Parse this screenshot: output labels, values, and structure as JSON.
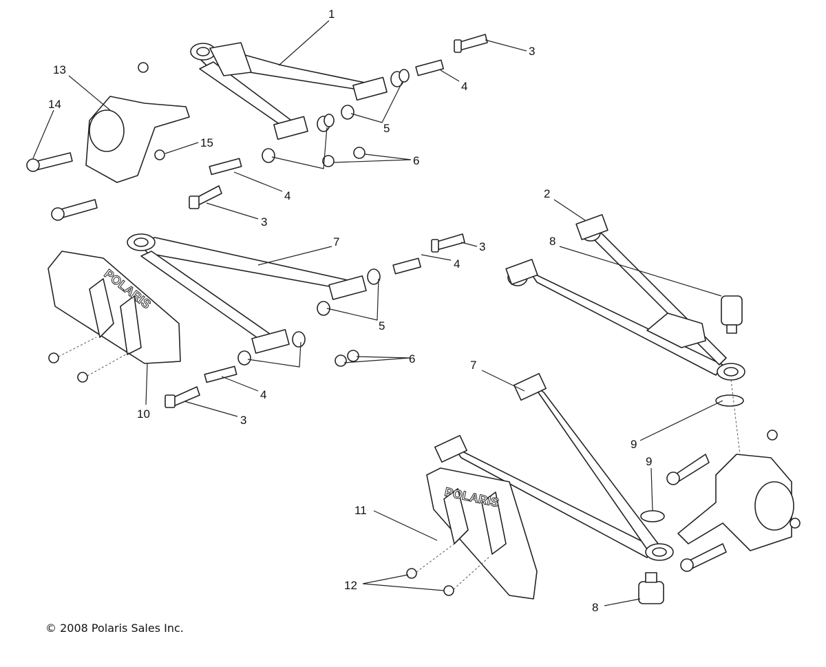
{
  "diagram": {
    "callouts": [
      "1",
      "3",
      "4",
      "5",
      "6",
      "13",
      "14",
      "15",
      "4",
      "3",
      "7",
      "3",
      "4",
      "5",
      "6",
      "4",
      "3",
      "10",
      "2",
      "8",
      "7",
      "9",
      "9",
      "11",
      "12",
      "8"
    ],
    "logo_text": "POLARIS",
    "copyright": "© 2008 Polaris Sales Inc."
  }
}
